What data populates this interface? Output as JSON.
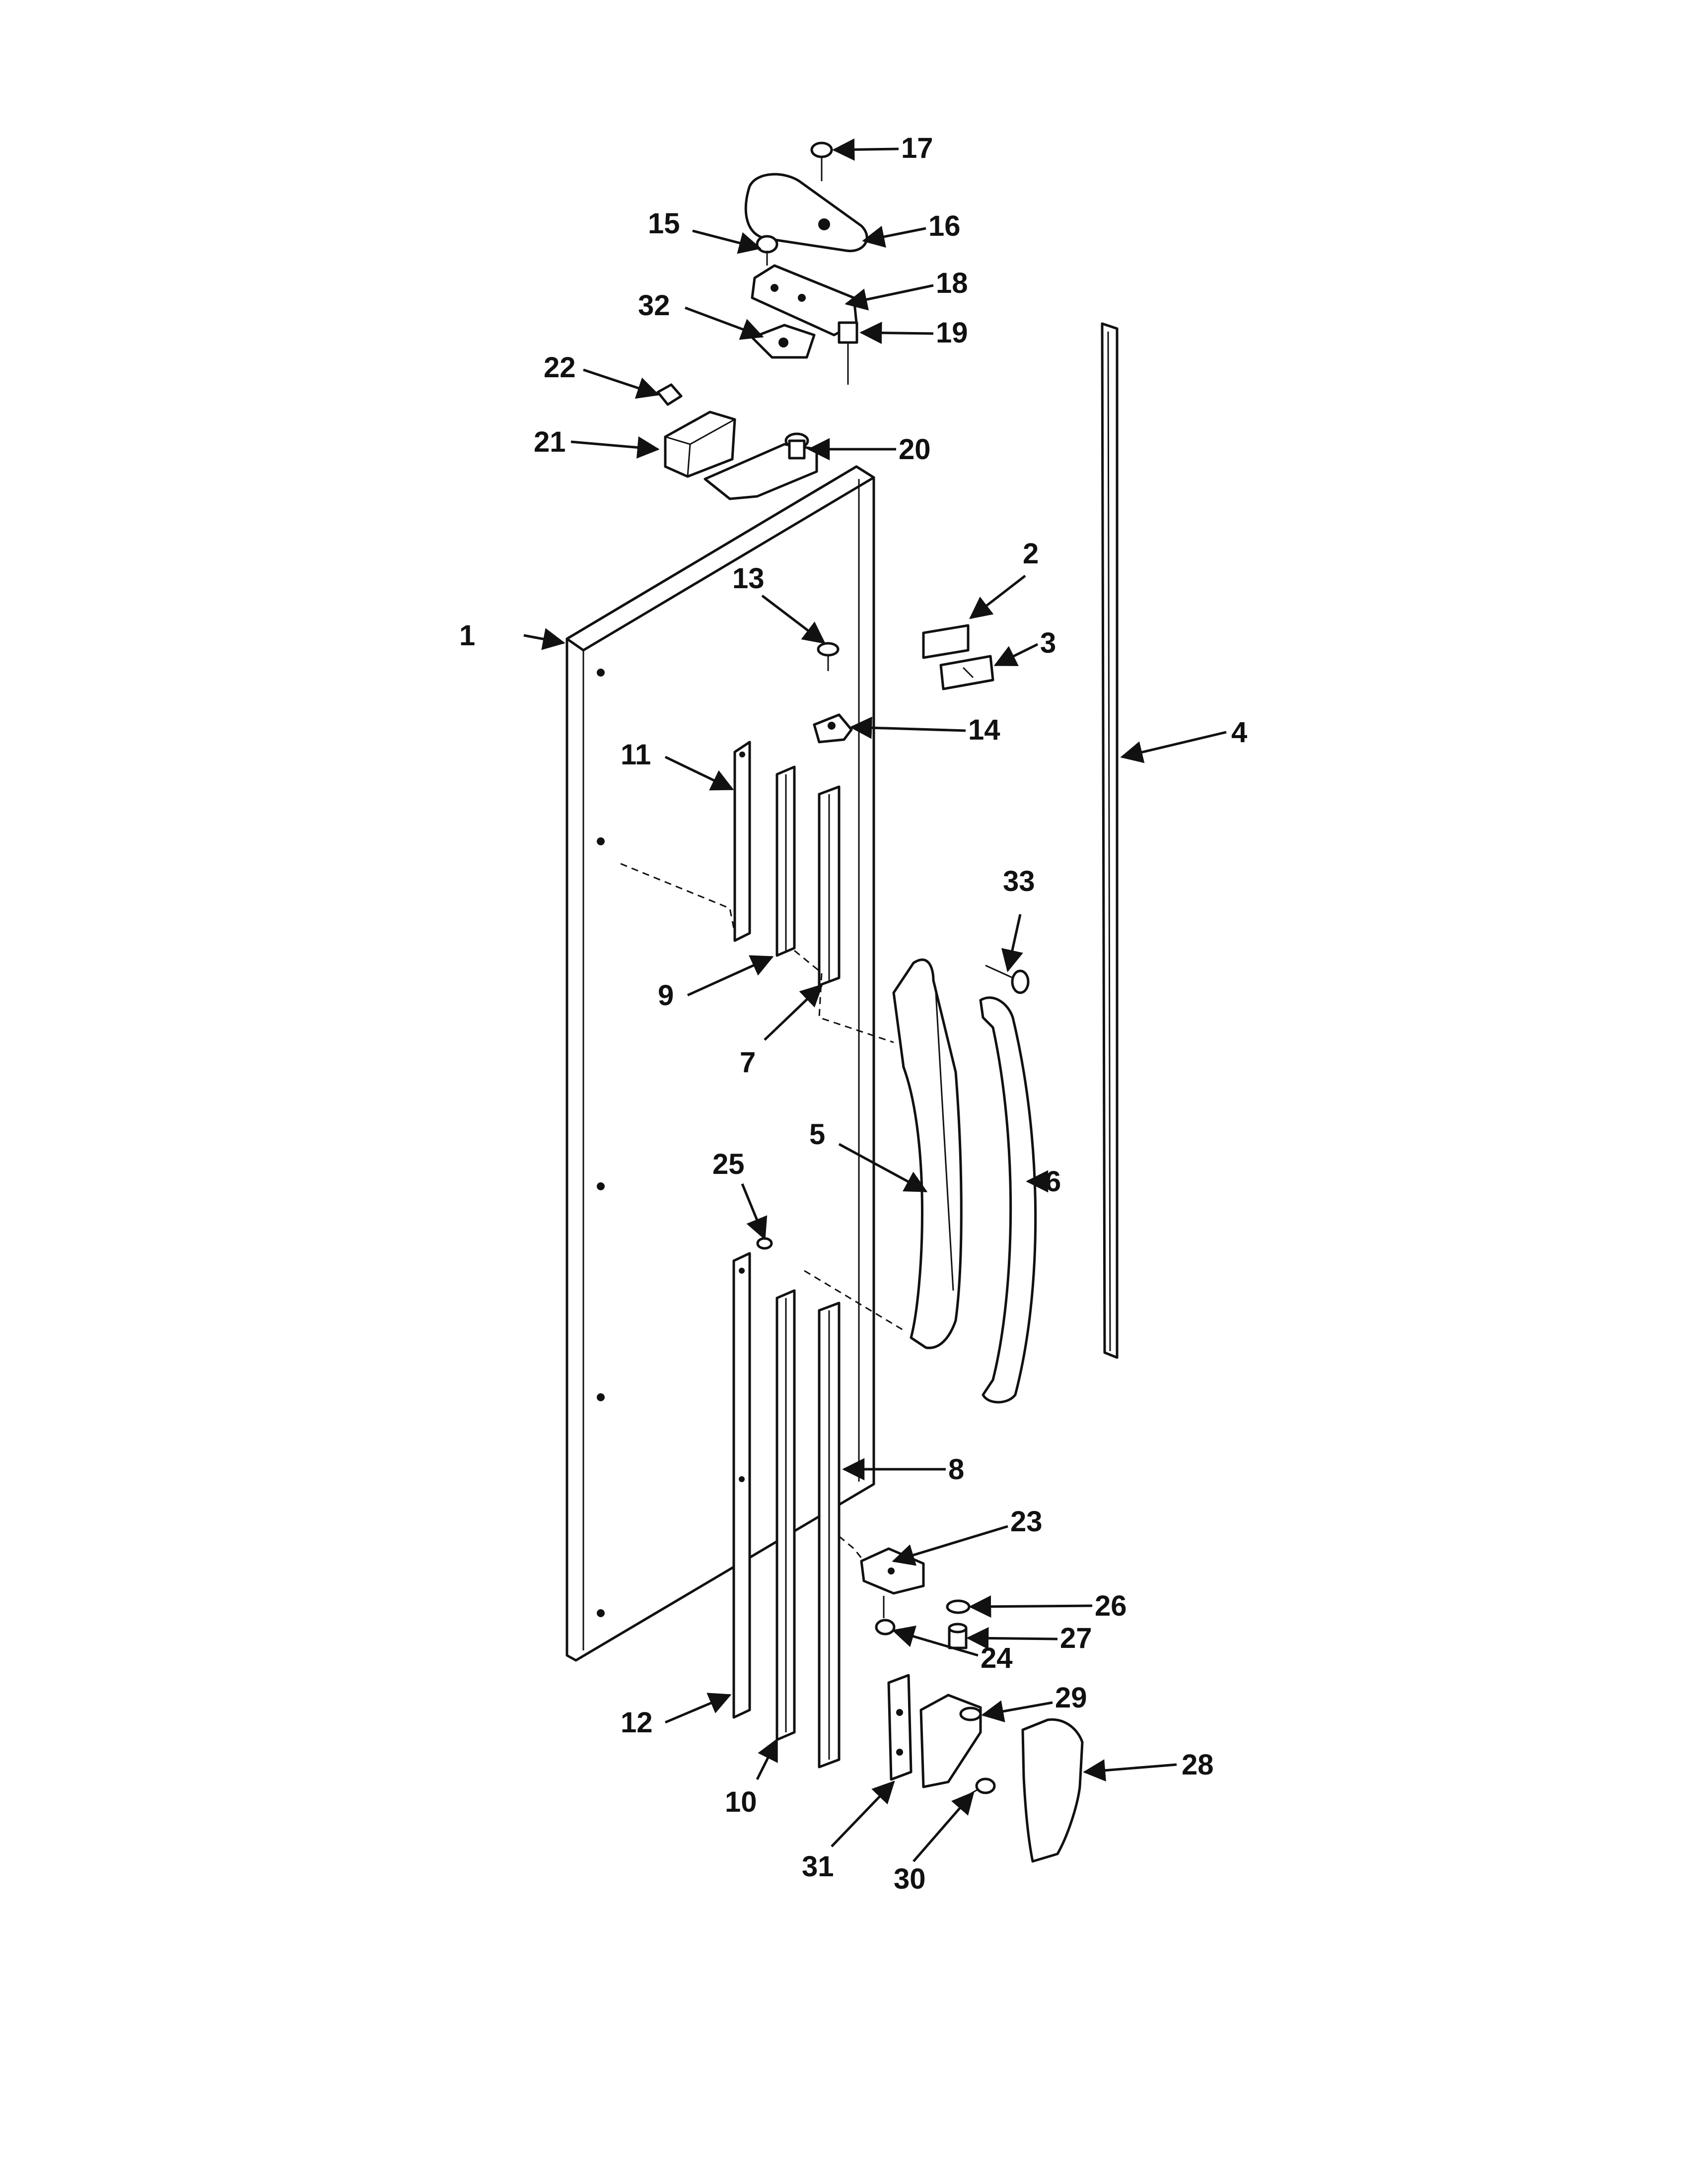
{
  "diagram": {
    "callouts": [
      {
        "id": "1",
        "label": "1"
      },
      {
        "id": "2",
        "label": "2"
      },
      {
        "id": "3",
        "label": "3"
      },
      {
        "id": "4",
        "label": "4"
      },
      {
        "id": "5",
        "label": "5"
      },
      {
        "id": "6",
        "label": "6"
      },
      {
        "id": "7",
        "label": "7"
      },
      {
        "id": "8",
        "label": "8"
      },
      {
        "id": "9",
        "label": "9"
      },
      {
        "id": "10",
        "label": "10"
      },
      {
        "id": "11",
        "label": "11"
      },
      {
        "id": "12",
        "label": "12"
      },
      {
        "id": "13",
        "label": "13"
      },
      {
        "id": "14",
        "label": "14"
      },
      {
        "id": "15",
        "label": "15"
      },
      {
        "id": "16",
        "label": "16"
      },
      {
        "id": "17",
        "label": "17"
      },
      {
        "id": "18",
        "label": "18"
      },
      {
        "id": "19",
        "label": "19"
      },
      {
        "id": "20",
        "label": "20"
      },
      {
        "id": "21",
        "label": "21"
      },
      {
        "id": "22",
        "label": "22"
      },
      {
        "id": "23",
        "label": "23"
      },
      {
        "id": "24",
        "label": "24"
      },
      {
        "id": "25",
        "label": "25"
      },
      {
        "id": "26",
        "label": "26"
      },
      {
        "id": "27",
        "label": "27"
      },
      {
        "id": "28",
        "label": "28"
      },
      {
        "id": "29",
        "label": "29"
      },
      {
        "id": "30",
        "label": "30"
      },
      {
        "id": "31",
        "label": "31"
      },
      {
        "id": "32",
        "label": "32"
      },
      {
        "id": "33",
        "label": "33"
      }
    ]
  }
}
